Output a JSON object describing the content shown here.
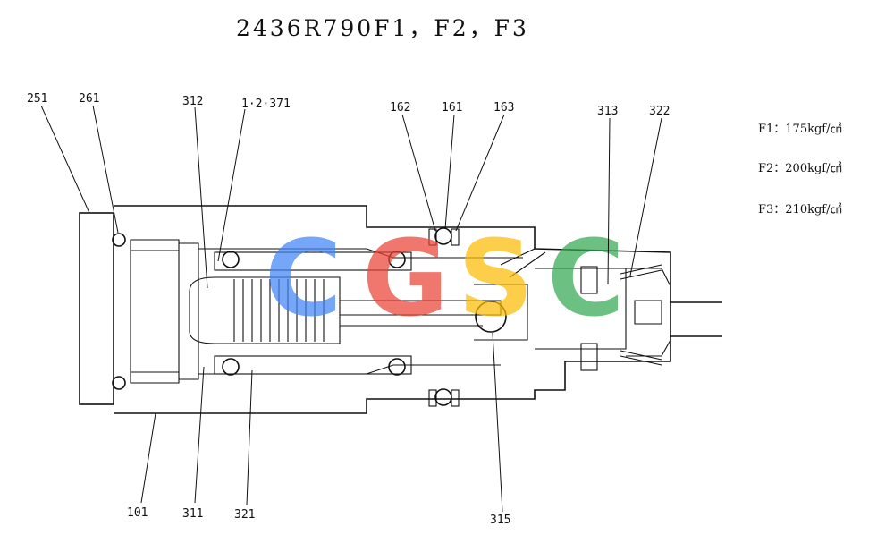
{
  "title": "2436R790F1，F2，F3",
  "watermark": {
    "letters": [
      "C",
      "G",
      "S",
      "C"
    ],
    "colors": [
      "#4285F4",
      "#EA4335",
      "#FBBC05",
      "#34A853"
    ]
  },
  "specs": [
    {
      "code": "F1",
      "text": "F1：175kgf/㎠"
    },
    {
      "code": "F2",
      "text": "F2：200kgf/㎠"
    },
    {
      "code": "F3",
      "text": "F3：210kgf/㎠"
    }
  ],
  "part_labels": {
    "p251": "251",
    "p261": "261",
    "p312": "312",
    "p371": "1·2·371",
    "p162": "162",
    "p161": "161",
    "p163": "163",
    "p313": "313",
    "p322": "322",
    "p101": "101",
    "p311": "311",
    "p321": "321",
    "p315": "315"
  }
}
